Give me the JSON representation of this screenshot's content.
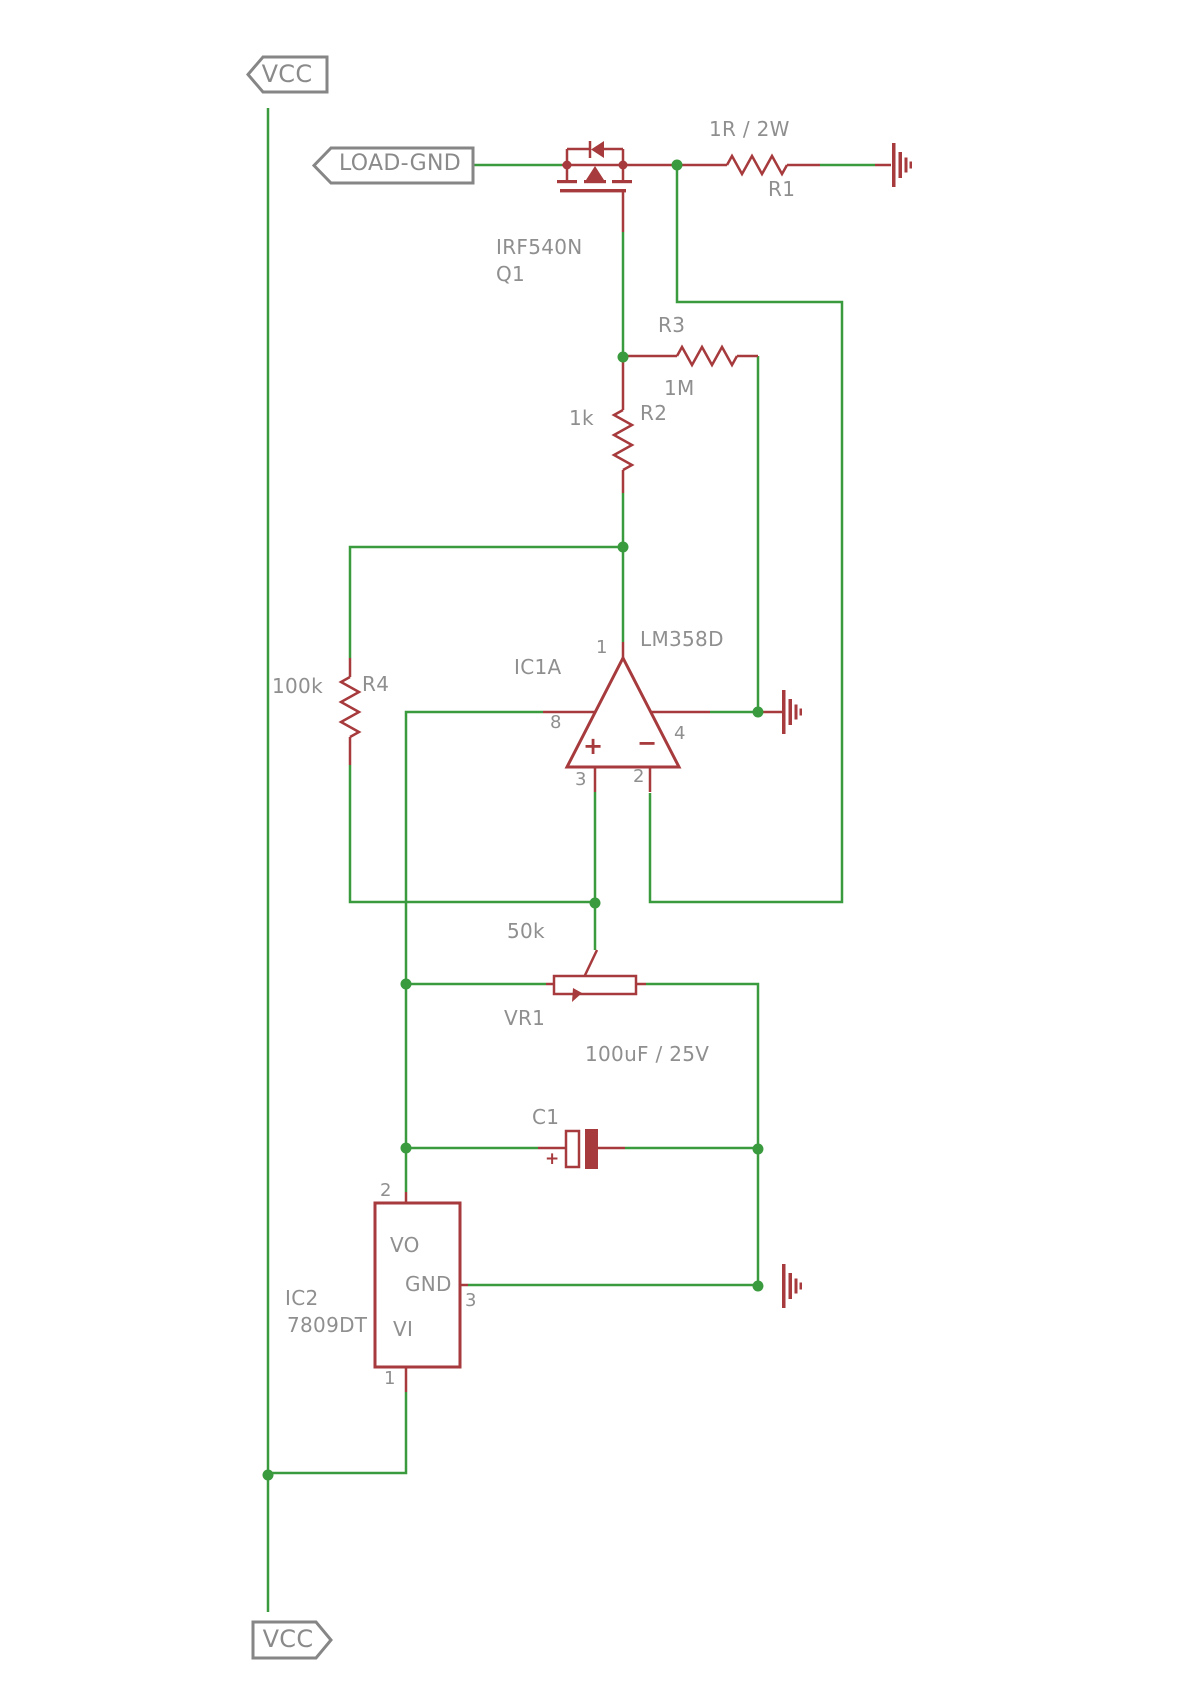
{
  "schematic": {
    "type": "circuit-schematic",
    "description": "Electronic load circuit with MOSFET, op-amp and 9V regulator"
  },
  "colors": {
    "wire_green": "#3a9b3e",
    "component_red": "#a63a3c",
    "label_gray": "#8f8f8f",
    "flag_gray": "#868686"
  },
  "flags": {
    "vcc_top": "VCC",
    "load_gnd": "LOAD-GND",
    "vcc_bottom": "VCC"
  },
  "components": {
    "q1": {
      "part": "IRF540N",
      "name": "Q1"
    },
    "r1": {
      "value": "1R / 2W",
      "name": "R1"
    },
    "r2": {
      "value": "1k",
      "name": "R2"
    },
    "r3": {
      "name": "R3",
      "value": "1M"
    },
    "r4": {
      "value": "100k",
      "name": "R4"
    },
    "ic1": {
      "name": "IC1A",
      "part": "LM358D",
      "pin1": "1",
      "pin2": "2",
      "pin3": "3",
      "pin4": "4",
      "pin8": "8",
      "plus": "+",
      "minus": "−"
    },
    "vr1": {
      "value": "50k",
      "name": "VR1"
    },
    "c1": {
      "value": "100uF / 25V",
      "name": "C1",
      "polarity": "+"
    },
    "ic2": {
      "name": "IC2",
      "part": "7809DT",
      "pin1": "1",
      "pin2": "2",
      "pin3": "3",
      "vo": "VO",
      "gnd": "GND",
      "vi": "VI"
    }
  }
}
